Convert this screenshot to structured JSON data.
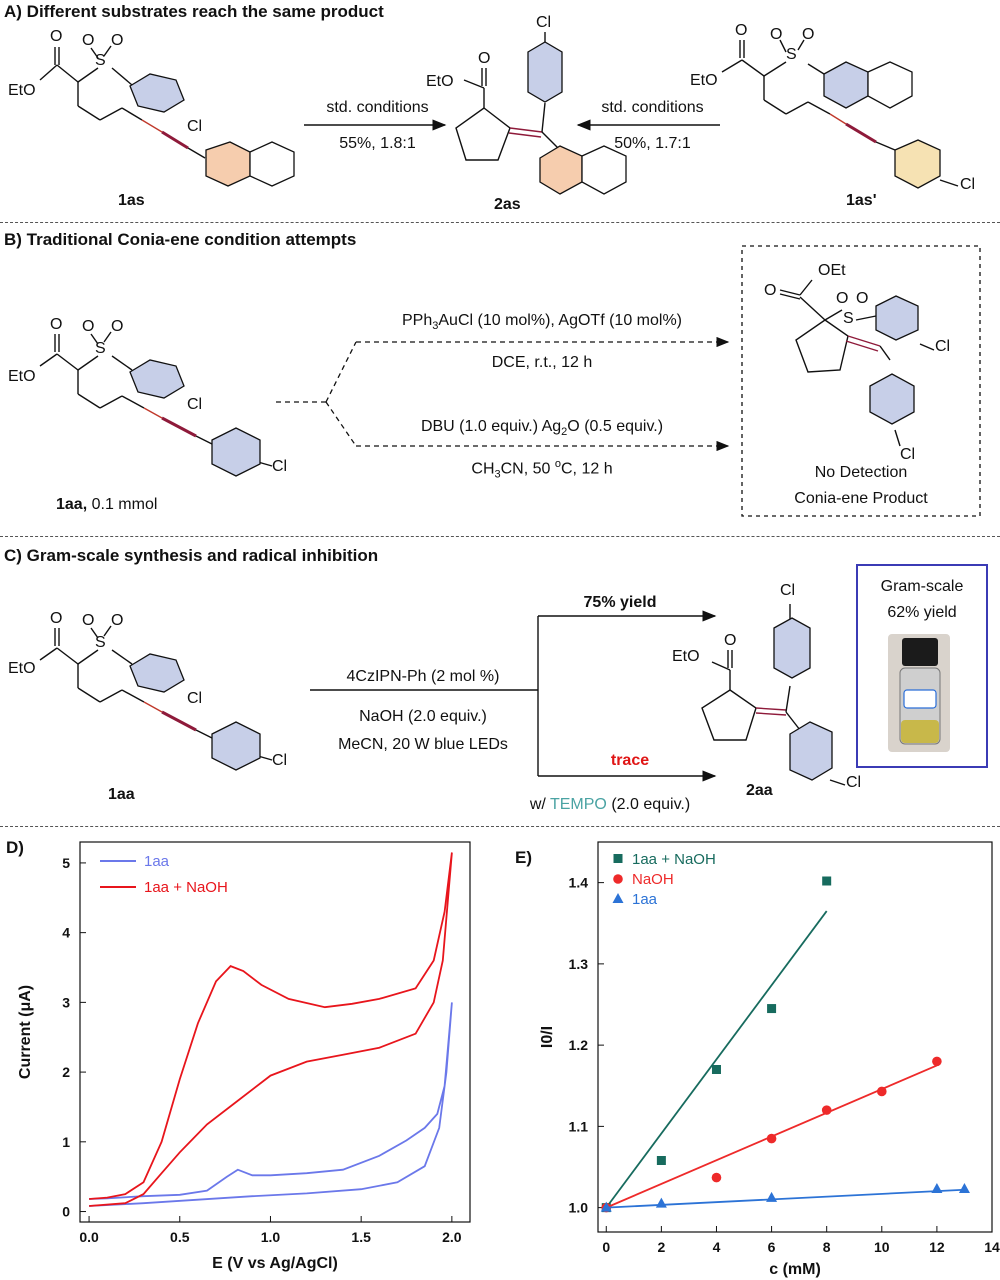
{
  "sectionA": {
    "title": "A) Different substrates reach the same product",
    "left_reagent_1": "std. conditions",
    "left_yield_1": "55%, 1.8:1",
    "right_reagent_1": "std. conditions",
    "right_yield_1": "50%, 1.7:1",
    "sm1_label": "1as",
    "product_label": "2as",
    "sm2_label": "1as'"
  },
  "sectionB": {
    "title": "B) Traditional Conia-ene condition attempts",
    "cond1_line1": "PPh3AuCl (10 mol%), AgOTf (10 mol%)",
    "cond1_line2": "DCE, r.t., 12 h",
    "cond2_line1": "DBU (1.0 equiv.) Ag2O (0.5 equiv.)",
    "cond2_line2": "CH3CN, 50 oC, 12 h",
    "sm_label": "1aa,",
    "sm_amount": "0.1 mmol",
    "box_line1": "No Detection",
    "box_line2": "Conia-ene Product"
  },
  "sectionC": {
    "title": "C) Gram-scale synthesis and radical inhibition",
    "yield_top": "75% yield",
    "cond_line1": "4CzIPN-Ph (2 mol %)",
    "cond_line2": "NaOH (2.0 equiv.)",
    "cond_line3": "MeCN, 20 W blue LEDs",
    "trace": "trace",
    "tempo_prefix": "w/",
    "tempo": "TEMPO",
    "tempo_suffix": "(2.0 equiv.)",
    "sm_label": "1aa",
    "product_label": "2aa",
    "gram_line1": "Gram-scale",
    "gram_line2": "62% yield"
  },
  "atoms": {
    "eto": "EtO",
    "o": "O",
    "s": "S",
    "cl": "Cl",
    "oet": "OEt"
  },
  "panelD": {
    "letter": "D)",
    "legend": [
      "1aa",
      "1aa + NaOH"
    ],
    "xlabel": "E (V vs Ag/AgCl)",
    "ylabel": "Current (μA)",
    "xticks": [
      "0.0",
      "0.5",
      "1.0",
      "1.5",
      "2.0"
    ],
    "yticks": [
      "0",
      "1",
      "2",
      "3",
      "4",
      "5"
    ],
    "colors": {
      "1aa": "#6b78ea",
      "1aa + NaOH": "#e8151c"
    }
  },
  "panelE": {
    "letter": "E)",
    "legend": [
      "1aa + NaOH",
      "NaOH",
      "1aa"
    ],
    "xlabel": "c (mM)",
    "ylabel": "I0/I",
    "xticks": [
      "0",
      "2",
      "4",
      "6",
      "8",
      "10",
      "12",
      "14"
    ],
    "yticks": [
      "1.0",
      "1.1",
      "1.2",
      "1.3",
      "1.4"
    ],
    "colors": {
      "1aa + NaOH": "#176b5e",
      "NaOH": "#ee2a2a",
      "1aa": "#2c73d6"
    }
  },
  "chart_data": [
    {
      "type": "line",
      "xlabel": "E (V vs Ag/AgCl)",
      "ylabel": "Current (μA)",
      "xlim": [
        -0.05,
        2.1
      ],
      "ylim": [
        -0.15,
        5.3
      ],
      "series": [
        {
          "name": "1aa",
          "forward": [
            [
              0.0,
              0.08
            ],
            [
              0.3,
              0.12
            ],
            [
              0.6,
              0.17
            ],
            [
              0.9,
              0.22
            ],
            [
              1.2,
              0.26
            ],
            [
              1.5,
              0.32
            ],
            [
              1.7,
              0.42
            ],
            [
              1.85,
              0.65
            ],
            [
              1.93,
              1.2
            ],
            [
              1.97,
              2.0
            ],
            [
              2.0,
              3.0
            ]
          ],
          "reverse": [
            [
              2.0,
              3.0
            ],
            [
              1.96,
              1.8
            ],
            [
              1.92,
              1.4
            ],
            [
              1.85,
              1.2
            ],
            [
              1.75,
              1.02
            ],
            [
              1.6,
              0.8
            ],
            [
              1.4,
              0.6
            ],
            [
              1.2,
              0.55
            ],
            [
              1.0,
              0.52
            ],
            [
              0.9,
              0.52
            ],
            [
              0.82,
              0.6
            ],
            [
              0.76,
              0.5
            ],
            [
              0.65,
              0.3
            ],
            [
              0.5,
              0.24
            ],
            [
              0.3,
              0.22
            ],
            [
              0.1,
              0.19
            ],
            [
              0.0,
              0.18
            ]
          ]
        },
        {
          "name": "1aa + NaOH",
          "forward": [
            [
              0.0,
              0.08
            ],
            [
              0.2,
              0.12
            ],
            [
              0.3,
              0.25
            ],
            [
              0.4,
              0.55
            ],
            [
              0.5,
              0.85
            ],
            [
              0.65,
              1.25
            ],
            [
              0.8,
              1.55
            ],
            [
              1.0,
              1.95
            ],
            [
              1.2,
              2.15
            ],
            [
              1.4,
              2.25
            ],
            [
              1.6,
              2.35
            ],
            [
              1.8,
              2.55
            ],
            [
              1.9,
              3.0
            ],
            [
              1.95,
              3.6
            ],
            [
              2.0,
              5.15
            ]
          ],
          "reverse": [
            [
              2.0,
              5.15
            ],
            [
              1.96,
              4.3
            ],
            [
              1.9,
              3.6
            ],
            [
              1.8,
              3.2
            ],
            [
              1.6,
              3.05
            ],
            [
              1.45,
              2.98
            ],
            [
              1.3,
              2.93
            ],
            [
              1.1,
              3.05
            ],
            [
              0.95,
              3.25
            ],
            [
              0.85,
              3.45
            ],
            [
              0.78,
              3.52
            ],
            [
              0.7,
              3.3
            ],
            [
              0.6,
              2.7
            ],
            [
              0.5,
              1.9
            ],
            [
              0.4,
              1.0
            ],
            [
              0.3,
              0.42
            ],
            [
              0.2,
              0.25
            ],
            [
              0.1,
              0.2
            ],
            [
              0.0,
              0.18
            ]
          ]
        }
      ]
    },
    {
      "type": "scatter",
      "xlabel": "c (mM)",
      "ylabel": "I0/I",
      "xlim": [
        -0.3,
        14
      ],
      "ylim": [
        0.97,
        1.45
      ],
      "series": [
        {
          "name": "1aa + NaOH",
          "marker": "square",
          "x": [
            0,
            2,
            4,
            6,
            8
          ],
          "y": [
            1.0,
            1.058,
            1.17,
            1.245,
            1.402
          ],
          "fit": [
            [
              0,
              1.0
            ],
            [
              8,
              1.365
            ]
          ]
        },
        {
          "name": "NaOH",
          "marker": "circle",
          "x": [
            0,
            4,
            6,
            8,
            10,
            12
          ],
          "y": [
            1.0,
            1.037,
            1.085,
            1.12,
            1.143,
            1.18
          ],
          "fit": [
            [
              0,
              1.0
            ],
            [
              12,
              1.175
            ]
          ]
        },
        {
          "name": "1aa",
          "marker": "triangle",
          "x": [
            0,
            2,
            6,
            12,
            13
          ],
          "y": [
            1.0,
            1.005,
            1.012,
            1.023,
            1.023
          ],
          "fit": [
            [
              0,
              1.0
            ],
            [
              13,
              1.022
            ]
          ]
        }
      ]
    }
  ]
}
